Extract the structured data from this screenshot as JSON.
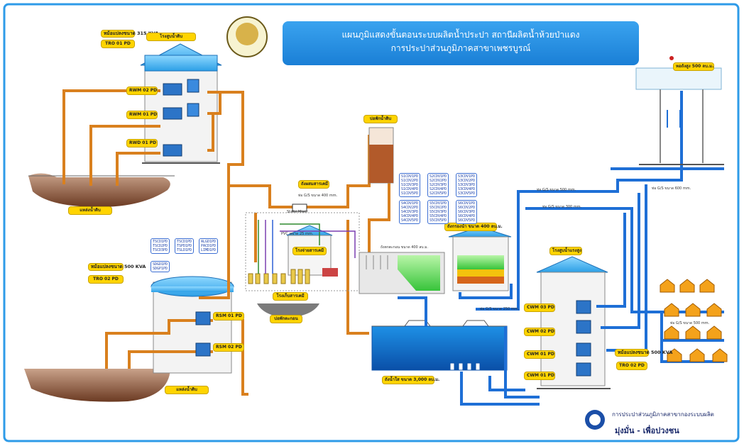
{
  "title": {
    "line1": "แผนภูมิแสดงขั้นตอนระบบผลิตน้ำประปา สถานีผลิตน้ำห้วยป่าแดง",
    "line2": "การประปาส่วนภูมิภาคสาขาเพชรบูรณ์"
  },
  "footer": {
    "org": "การประปาส่วนภูมิภาคสาขากองระบบผลิต",
    "slogan": "มุ่งมั่น - เพื่อปวงชน"
  },
  "pumps": {
    "rwm02": "RWM 02 PD",
    "rwm01": "RWM 01 PD",
    "rwd01": "RWD 01 PD",
    "rsm01": "RSM 01 PD",
    "rsm02": "RSM 02 PD",
    "cwm03": "CWM 03 PD",
    "cwm02": "CWM 02 PD",
    "cwm01": "CWM 01 PD",
    "cwd01": "CWM 01 PD"
  },
  "transformers": {
    "tr1_label": "หม้อแปลงขนาด 315 KVA",
    "tr1_id": "TRO 01 PD",
    "tr2_label": "หม้อแปลงขนาด 500 KVA",
    "tr2_id": "TRO 02 PD",
    "tr3_label": "หม้อแปลงขนาด 500 KVA",
    "tr3_id": "TRO 02 PD"
  },
  "labels": {
    "raw_house": "โรงสูบน้ำดิบ",
    "raw_source": "แหล่งน้ำดิบ",
    "reservoir": "บ่อพักน้ำดิบ",
    "elevated_tank": "หอถังสูง 500 ลบ.ม.",
    "clear_tank": "ถังน้ำใส ขนาด 3,000 ลบ.ม.",
    "mixing": "ถังผสมสารเคมี",
    "chem_house": "โรงจ่ายสารเคมี",
    "filter": "ถังกรองน้ำ ขนาด 400 ลบ.ม.",
    "clarifier": "ถังตกตะกอน ขนาด 400 ลบ.ม.",
    "sludge": "บ่อพักตะกอน",
    "high_lift": "โรงสูบน้ำแรงสูง",
    "static_mixer": "Static Mixer",
    "pvc": "PVC ขนาด 25 mm.",
    "gs400": "ท่อ G/S ขนาด 400 mm.",
    "gs500": "ท่อ G/S ขนาด 500 mm.",
    "gs300": "ท่อ G/S ขนาด 300 mm.",
    "gs250": "ท่อ G/S ขนาด 250 mm.",
    "gs600": "ท่อ G/S ขนาด 600 mm.",
    "pipe_dist": "ท่อ G/S ขนาด 500 mm.",
    "chem_store": "โรงเก็บสารเคมี"
  },
  "code_groups": {
    "g1": [
      "S1CDV1PD",
      "S1CDV2PD",
      "S1CDV3PD",
      "S1CDV4PD",
      "S1CDV5PD"
    ],
    "g2": [
      "S2CDV1PD",
      "S2CDV2PD",
      "S2CDV3PD",
      "S2CDV4PD",
      "S2CDV5PD"
    ],
    "g3": [
      "S3CDV1PD",
      "S3CDV2PD",
      "S3CDV3PD",
      "S3CDV4PD",
      "S3CDV5PD"
    ],
    "g4": [
      "S4CDV1PD",
      "S4CDV2PD",
      "S4CDV3PD",
      "S4CDV4PD",
      "S4CDV5PD"
    ],
    "g5": [
      "S5CDV1PD",
      "S5CDV2PD",
      "S5CDV3PD",
      "S5CDV4PD",
      "S5CDV5PD"
    ],
    "g6": [
      "S6CDV1PD",
      "S6CDV2PD",
      "S6CDV3PD",
      "S6CDV4PD",
      "S6CDV5PD"
    ],
    "chem1": [
      "TSCD1PD",
      "TSCD2PD",
      "TSCD3PD"
    ],
    "chem2": [
      "TSCD1PD",
      "TSPD1PD",
      "TSLD1PD"
    ],
    "chem3": [
      "ALGD1PD",
      "PACD1PD",
      "LIMD1PD"
    ],
    "chem4": [
      "SDGD1PD",
      "SDGP1PD"
    ]
  },
  "colors": {
    "raw_pipe": "#d9801e",
    "clean_pipe": "#1e6fd6",
    "roof": "#3fb4ef",
    "title_bg": "#2a8fe3"
  }
}
